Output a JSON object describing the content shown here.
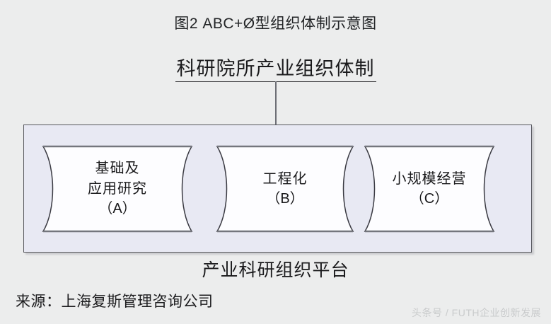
{
  "figure": {
    "title": "图2 ABC+Ø型组织体制示意图",
    "root_node": "科研院所产业组织体制",
    "platform_caption": "产业科研组织平台",
    "source": "来源：上海复斯管理咨询公司",
    "watermark": "头条号 / FUTH企业创新发展"
  },
  "nodes": [
    {
      "id": "A",
      "line1": "基础及",
      "line2": "应用研究",
      "tag": "（A）"
    },
    {
      "id": "B",
      "line1": "工程化",
      "line2": "",
      "tag": "（B）"
    },
    {
      "id": "C",
      "line1": "小规模经营",
      "line2": "",
      "tag": "（C）"
    }
  ],
  "colors": {
    "page_background": "#eceded",
    "platform_fill": "#e8e9f3",
    "platform_border": "#55565c",
    "shape_fill": "#fdfdff",
    "shape_border": "#3a3a42",
    "shape_edge_top": "#74767d",
    "text": "#1a1a1c",
    "watermark": "#c9cbcc"
  }
}
